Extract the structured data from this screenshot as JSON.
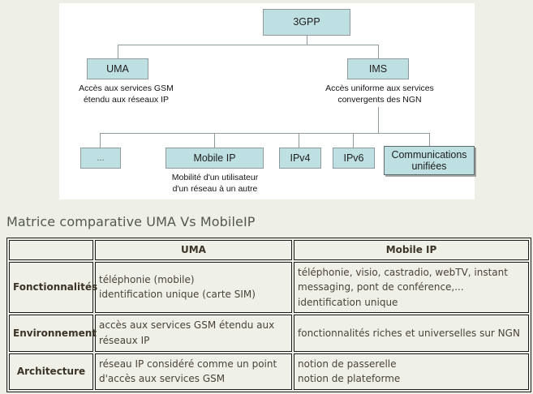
{
  "diagram": {
    "nodes": [
      {
        "id": "3gpp",
        "label": "3GPP"
      },
      {
        "id": "uma",
        "label": "UMA"
      },
      {
        "id": "ims",
        "label": "IMS"
      },
      {
        "id": "ellipsis",
        "label": "..."
      },
      {
        "id": "mobileip",
        "label": "Mobile IP"
      },
      {
        "id": "ipv4",
        "label": "IPv4"
      },
      {
        "id": "ipv6",
        "label": "IPv6"
      },
      {
        "id": "commsunifiees",
        "label": "Communications\nunifiées"
      }
    ],
    "captions": [
      {
        "id": "uma-caption",
        "text": "Accès aux services GSM\nétendu aux réseaux IP"
      },
      {
        "id": "ims-caption",
        "text": "Accès uniforme aux services\nconvergents des NGN"
      },
      {
        "id": "mobileip-caption",
        "text": "Mobilité d'un utilisateur\nd'un réseau à un autre"
      }
    ],
    "colors": {
      "node_fill": "#bfe0e2",
      "node_border": "#8e9a9c",
      "edge": "#8e9a9c",
      "panel_background": "#ffffff"
    }
  },
  "matrix": {
    "title": "Matrice comparative UMA Vs MobileIP",
    "columns": [
      "",
      "UMA",
      "Mobile IP"
    ],
    "rows": [
      {
        "header": "Fonctionnalités",
        "uma": [
          "téléphonie (mobile)",
          "identification unique (carte SIM)"
        ],
        "mobileip": [
          "téléphonie, visio, castradio, webTV, instant",
          "messaging, pont de conférence,...",
          "identification unique"
        ]
      },
      {
        "header": "Environnement",
        "uma": [
          "accès aux services GSM étendu aux",
          "réseaux IP"
        ],
        "mobileip": [
          "fonctionnalités riches et universelles sur NGN"
        ]
      },
      {
        "header": "Architecture",
        "uma": [
          "réseau IP considéré comme un point",
          "d'accès aux services GSM"
        ],
        "mobileip": [
          "notion de passerelle",
          "notion de plateforme"
        ]
      }
    ]
  },
  "page": {
    "background_color": "#eef0e8",
    "title_color": "#53584f",
    "table_text_color": "#4a4238"
  }
}
